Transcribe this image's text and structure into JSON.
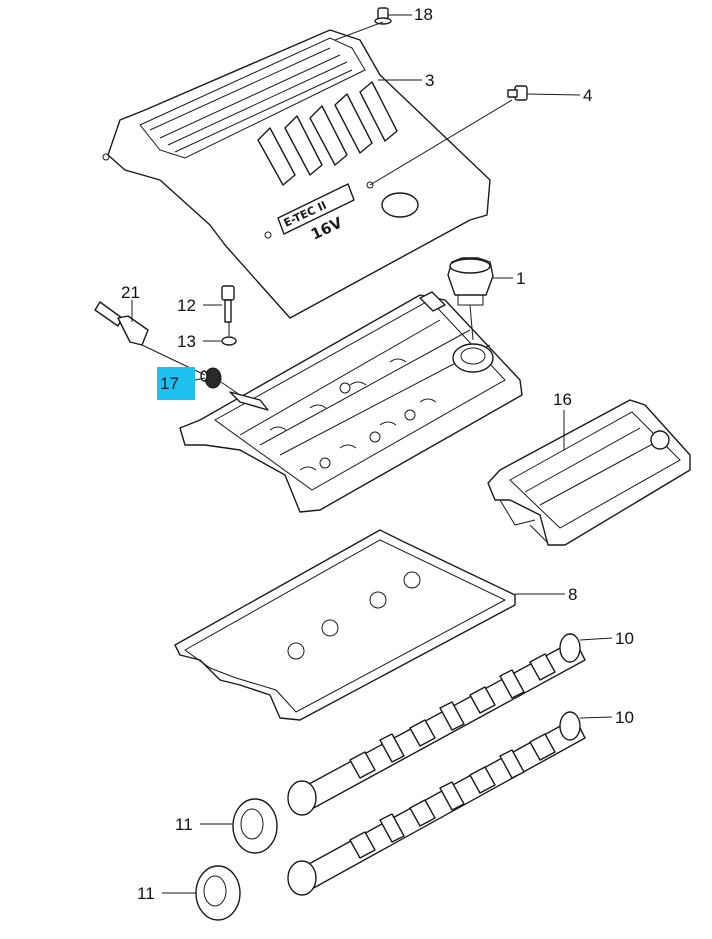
{
  "callouts": [
    {
      "id": "18",
      "label": "18"
    },
    {
      "id": "3",
      "label": "3"
    },
    {
      "id": "4",
      "label": "4"
    },
    {
      "id": "1",
      "label": "1"
    },
    {
      "id": "21",
      "label": "21"
    },
    {
      "id": "12",
      "label": "12"
    },
    {
      "id": "13",
      "label": "13"
    },
    {
      "id": "17",
      "label": "17",
      "highlighted": true
    },
    {
      "id": "16",
      "label": "16"
    },
    {
      "id": "8",
      "label": "8"
    },
    {
      "id": "10a",
      "label": "10"
    },
    {
      "id": "10b",
      "label": "10"
    },
    {
      "id": "11a",
      "label": "11"
    },
    {
      "id": "11b",
      "label": "11"
    }
  ],
  "cover_emblem": {
    "line1": "E-TEC II",
    "line2": "16V"
  },
  "colors": {
    "highlight": "#1ec0ee",
    "line": "#1a1a1a",
    "background": "#ffffff"
  }
}
